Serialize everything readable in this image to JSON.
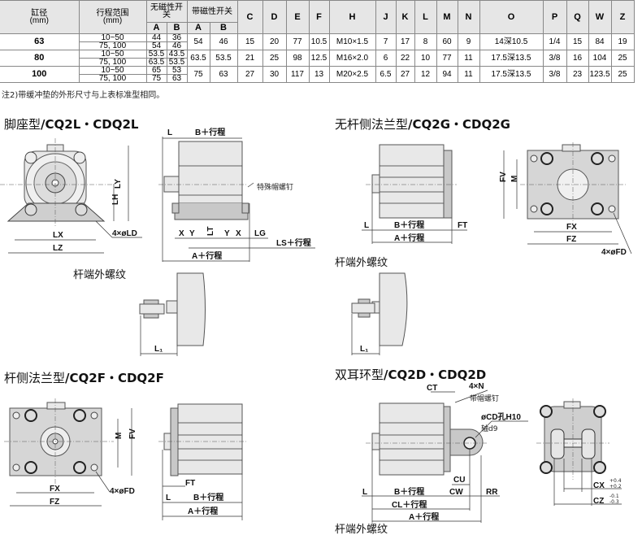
{
  "table": {
    "h_bore": "缸径",
    "h_bore_unit": "(mm)",
    "h_stroke": "行程范围",
    "h_stroke_unit": "(mm)",
    "h_nomag": "无磁性开关",
    "h_mag": "带磁性开关",
    "h_a": "A",
    "h_b": "B",
    "cols": [
      "C",
      "D",
      "E",
      "F",
      "H",
      "J",
      "K",
      "L",
      "M",
      "N",
      "O",
      "P",
      "Q",
      "W",
      "Z"
    ],
    "rows": [
      {
        "bore": "63",
        "strokes": [
          "10~50",
          "75, 100"
        ],
        "nomag": [
          [
            "44",
            "36"
          ],
          [
            "54",
            "46"
          ]
        ],
        "mag": [
          "54",
          "46"
        ],
        "vals": [
          "15",
          "20",
          "77",
          "10.5",
          "M10×1.5",
          "7",
          "17",
          "8",
          "60",
          "9",
          "14深10.5",
          "1/4",
          "15",
          "84",
          "19"
        ]
      },
      {
        "bore": "80",
        "strokes": [
          "10~50",
          "75, 100"
        ],
        "nomag": [
          [
            "53.5",
            "43.5"
          ],
          [
            "63.5",
            "53.5"
          ]
        ],
        "mag": [
          "63.5",
          "53.5"
        ],
        "vals": [
          "21",
          "25",
          "98",
          "12.5",
          "M16×2.0",
          "6",
          "22",
          "10",
          "77",
          "11",
          "17.5深13.5",
          "3/8",
          "16",
          "104",
          "25"
        ]
      },
      {
        "bore": "100",
        "strokes": [
          "10~50",
          "75, 100"
        ],
        "nomag": [
          [
            "65",
            "53"
          ],
          [
            "75",
            "63"
          ]
        ],
        "mag": [
          "75",
          "63"
        ],
        "vals": [
          "27",
          "30",
          "117",
          "13",
          "M20×2.5",
          "6.5",
          "27",
          "12",
          "94",
          "11",
          "17.5深13.5",
          "3/8",
          "23",
          "123.5",
          "25"
        ]
      }
    ]
  },
  "note": "注2)带缓冲垫的外形尺寸与上表标准型相同。",
  "sections": {
    "foot": {
      "title_cn": "脚座型",
      "title_model": "/CQ2L・CDQ2L",
      "labels": {
        "LY": "LY",
        "LH": "LH",
        "LX": "LX",
        "LZ": "LZ",
        "LD": "4×øLD",
        "L": "L",
        "B": "B＋行程",
        "screw": "特殊帽螺钉",
        "X": "X",
        "Y": "Y",
        "LT": "LT",
        "LG": "LG",
        "LS": "LS＋行程",
        "A": "A＋行程"
      }
    },
    "foot_rod": {
      "title": "杆端外螺纹",
      "L1": "L₁"
    },
    "head_flange": {
      "title_cn": "无杆侧法兰型",
      "title_model": "/CQ2G・CDQ2G",
      "labels": {
        "L": "L",
        "B": "B＋行程",
        "FT": "FT",
        "A": "A＋行程",
        "FV": "FV",
        "M": "M",
        "FX": "FX",
        "FZ": "FZ",
        "FD": "4×øFD"
      }
    },
    "head_rod": {
      "title": "杆端外螺纹",
      "L1": "L₁"
    },
    "rod_flange": {
      "title_cn": "杆侧法兰型",
      "title_model": "/CQ2F・CDQ2F",
      "labels": {
        "M": "M",
        "FV": "FV",
        "FX": "FX",
        "FZ": "FZ",
        "FD": "4×øFD",
        "FT": "FT",
        "L": "L",
        "B": "B＋行程",
        "A": "A＋行程"
      }
    },
    "clevis": {
      "title_cn": "双耳环型",
      "title_model": "/CQ2D・CDQ2D",
      "labels": {
        "CT": "CT",
        "N": "4×N",
        "screw": "带帽螺钉",
        "CD": "øCD孔H10",
        "shaft": "轴d9",
        "CU": "CU",
        "L": "L",
        "B": "B＋行程",
        "CW": "CW",
        "RR": "RR",
        "CL": "CL＋行程",
        "A": "A＋行程",
        "CX": "CX",
        "CX_tol": [
          "+0.4",
          "+0.2"
        ],
        "CZ": "CZ",
        "CZ_tol": [
          "-0.1",
          "-0.3"
        ]
      }
    },
    "clevis_rod": {
      "title": "杆端外螺纹"
    }
  }
}
